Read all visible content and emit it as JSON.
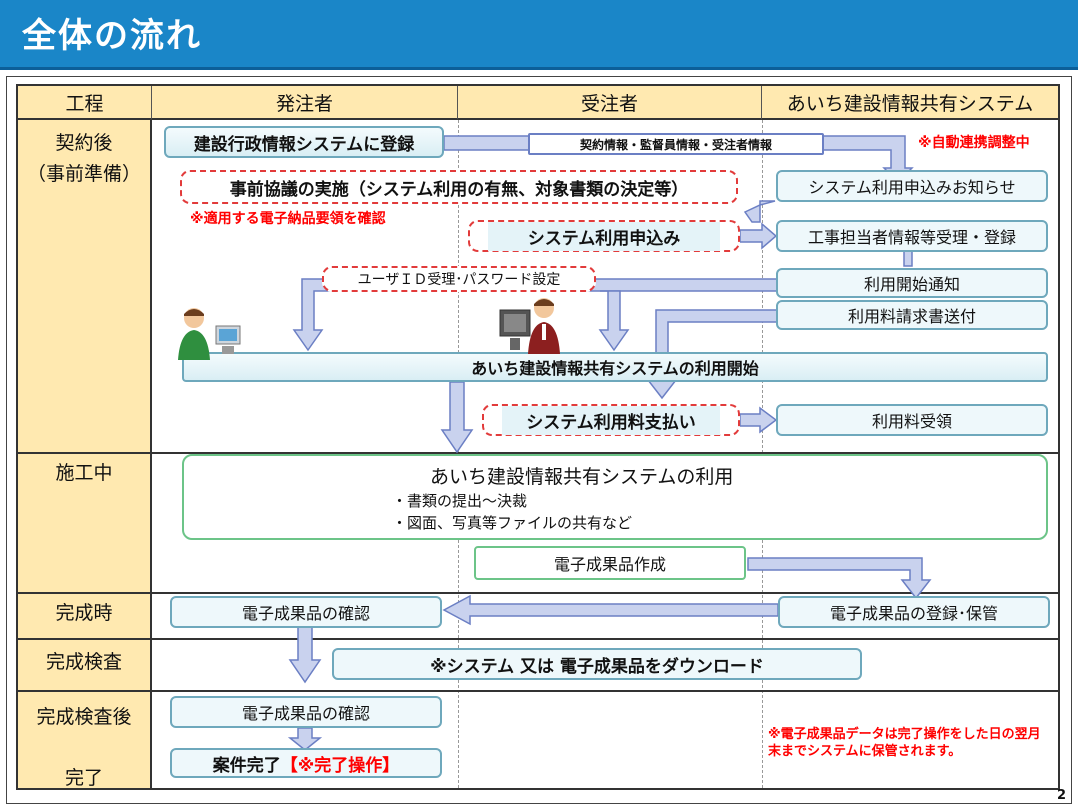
{
  "title": "全体の流れ",
  "page_number": "2",
  "headers": [
    "工程",
    "発注者",
    "受注者",
    "あいち建設情報共有システム"
  ],
  "rows": {
    "r1_a": "契約後",
    "r1_b": "（事前準備）",
    "r2": "施工中",
    "r3": "完成時",
    "r4": "完成検査",
    "r5_a": "完成検査後",
    "r5_b": "完了"
  },
  "boxes": {
    "register": "建設行政情報システムに登録",
    "contract_info": "契約情報・監督員情報・受注者情報",
    "auto_link": "※自動連携調整中",
    "pre_meeting": "事前協議の実施（システム利用の有無、対象書類の決定等）",
    "confirm_req": "※適用する電子納品要領を確認",
    "notice": "システム利用申込みお知らせ",
    "apply": "システム利用申込み",
    "staff_register": "工事担当者情報等受理・登録",
    "userid": "ユーザＩＤ受理･パスワード設定",
    "start_notice": "利用開始通知",
    "invoice": "利用料請求書送付",
    "start_use": "あいち建設情報共有システムの利用開始",
    "fee_pay": "システム利用料支払い",
    "fee_receive": "利用料受領",
    "use_title": "あいち建設情報共有システムの利用",
    "use_b1": "・書類の提出～決裁",
    "use_b2": "・図面、写真等ファイルの共有など",
    "create_deliverable": "電子成果品作成",
    "check_deliverable": "電子成果品の確認",
    "store_deliverable": "電子成果品の登録･保管",
    "download": "※システム 又は 電子成果品をダウンロード",
    "check_deliverable2": "電子成果品の確認",
    "complete_black": "案件完了",
    "complete_red": "【※完了操作】",
    "storage_note": "※電子成果品データは完了操作をした日の翌月末までシステムに保管されます。"
  },
  "colors": {
    "title_bg": "#1a86c8",
    "header_bg": "#ffe9b0",
    "arrow_fill": "#c9d2ee",
    "arrow_stroke": "#6b7fc4",
    "red": "#ff0000"
  }
}
